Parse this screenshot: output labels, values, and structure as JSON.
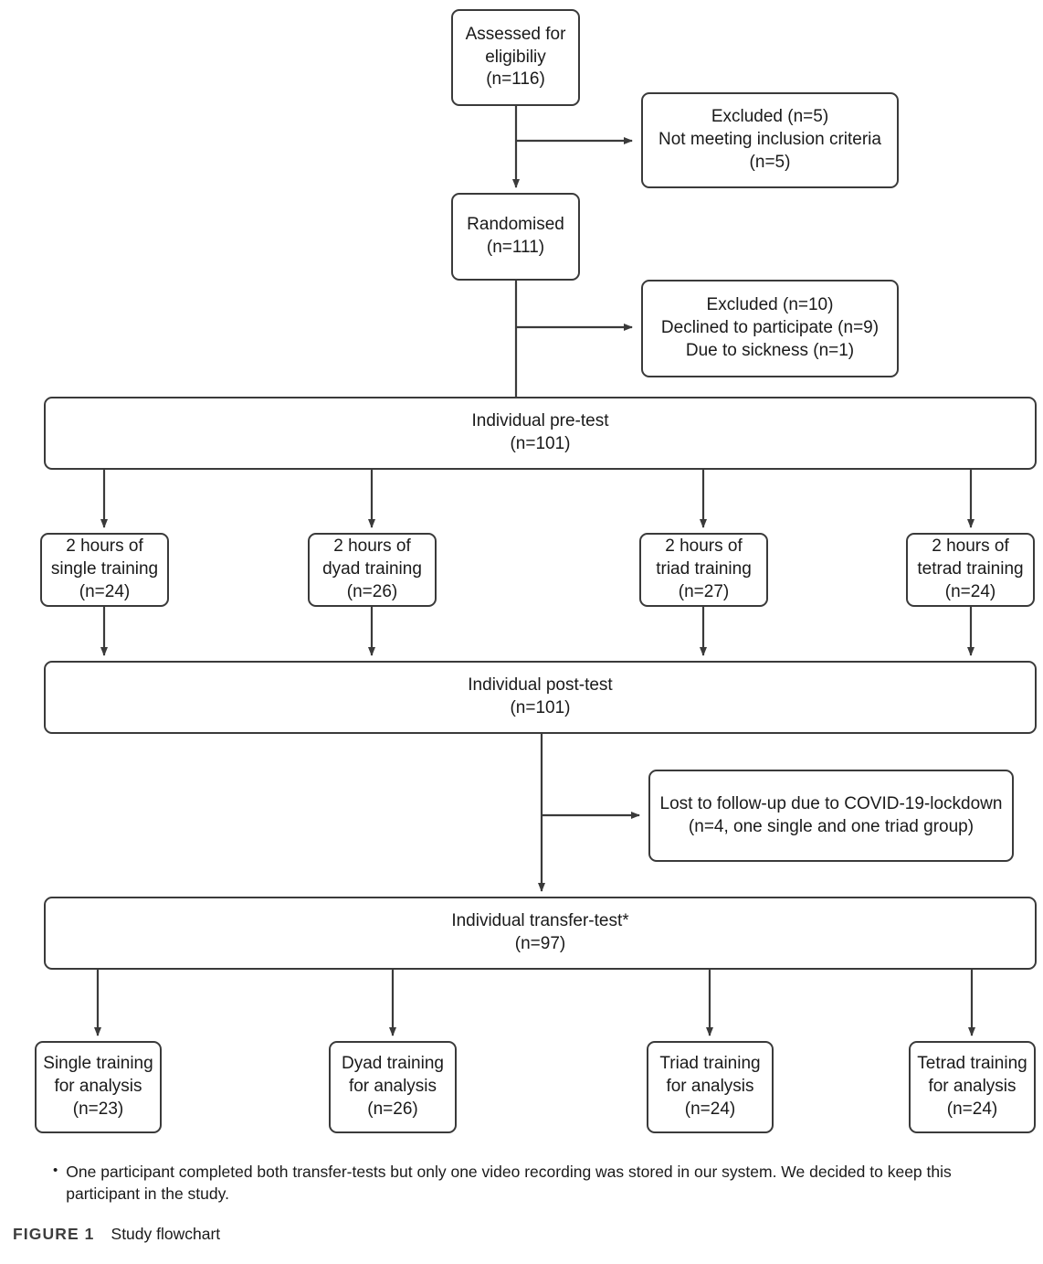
{
  "figure": {
    "label": "FIGURE 1",
    "title": "Study flowchart"
  },
  "footnote": {
    "bullet": "•",
    "text": "One participant completed both transfer-tests but only one video recording was stored in our system. We decided to keep this participant in the study."
  },
  "nodes": {
    "assessed": {
      "line1": "Assessed for",
      "line2": "eligibiliy",
      "line3": "(n=116)"
    },
    "excluded_1": {
      "line1": "Excluded (n=5)",
      "line2": "Not meeting inclusion criteria",
      "line3": "(n=5)"
    },
    "randomised": {
      "line1": "Randomised",
      "line2": "(n=111)"
    },
    "excluded_2": {
      "line1": "Excluded (n=10)",
      "line2": "Declined to participate (n=9)",
      "line3": "Due to sickness (n=1)"
    },
    "pretest": {
      "line1": "Individual pre-test",
      "line2": "(n=101)"
    },
    "training_1": {
      "line1": "2 hours of",
      "line2": "single training",
      "line3": "(n=24)"
    },
    "training_2": {
      "line1": "2 hours of",
      "line2": "dyad training",
      "line3": "(n=26)"
    },
    "training_3": {
      "line1": "2 hours of",
      "line2": "triad training",
      "line3": "(n=27)"
    },
    "training_4": {
      "line1": "2 hours of",
      "line2": "tetrad training",
      "line3": "(n=24)"
    },
    "posttest": {
      "line1": "Individual post-test",
      "line2": "(n=101)"
    },
    "lost": {
      "line1": "Lost to follow-up due to COVID-19-lockdown",
      "line2": "(n=4, one single and one triad group)"
    },
    "transfertest": {
      "line1": "Individual transfer-test*",
      "line2": "(n=97)"
    },
    "final_1": {
      "line1": "Single training",
      "line2": "for analysis",
      "line3": "(n=23)"
    },
    "final_2": {
      "line1": "Dyad training",
      "line2": "for analysis",
      "line3": "(n=26)"
    },
    "final_3": {
      "line1": "Triad training",
      "line2": "for analysis",
      "line3": "(n=24)"
    },
    "final_4": {
      "line1": "Tetrad training",
      "line2": "for analysis",
      "line3": "(n=24)"
    }
  },
  "chart_data": {
    "type": "diagram",
    "diagram_type": "consort-flowchart",
    "title": "Study flowchart",
    "stroke_color": "#3a3a3a",
    "background_color": "#ffffff",
    "stages": [
      {
        "id": "assessed",
        "label": "Assessed for eligibiliy",
        "n": 116
      },
      {
        "id": "excluded_1",
        "label": "Excluded / Not meeting inclusion criteria",
        "n": 5,
        "kind": "exclusion"
      },
      {
        "id": "randomised",
        "label": "Randomised",
        "n": 111
      },
      {
        "id": "excluded_2",
        "label": "Excluded / Declined to participate (9), Due to sickness (1)",
        "n": 10,
        "kind": "exclusion"
      },
      {
        "id": "pretest",
        "label": "Individual pre-test",
        "n": 101
      },
      {
        "id": "training_1",
        "label": "2 hours of single training",
        "n": 24
      },
      {
        "id": "training_2",
        "label": "2 hours of dyad training",
        "n": 26
      },
      {
        "id": "training_3",
        "label": "2 hours of triad training",
        "n": 27
      },
      {
        "id": "training_4",
        "label": "2 hours of tetrad training",
        "n": 24
      },
      {
        "id": "posttest",
        "label": "Individual post-test",
        "n": 101
      },
      {
        "id": "lost",
        "label": "Lost to follow-up due to COVID-19-lockdown (one single and one triad group)",
        "n": 4,
        "kind": "exclusion"
      },
      {
        "id": "transfertest",
        "label": "Individual transfer-test*",
        "n": 97
      },
      {
        "id": "final_1",
        "label": "Single training for analysis",
        "n": 23
      },
      {
        "id": "final_2",
        "label": "Dyad training for analysis",
        "n": 26
      },
      {
        "id": "final_3",
        "label": "Triad training for analysis",
        "n": 24
      },
      {
        "id": "final_4",
        "label": "Tetrad training for analysis",
        "n": 24
      }
    ],
    "edges": [
      {
        "from": "assessed",
        "to": "randomised",
        "arrow": true
      },
      {
        "from": "assessed",
        "to": "excluded_1",
        "arrow": true
      },
      {
        "from": "randomised",
        "to": "pretest",
        "arrow": false
      },
      {
        "from": "randomised",
        "to": "excluded_2",
        "arrow": true
      },
      {
        "from": "pretest",
        "to": "training_1",
        "arrow": true
      },
      {
        "from": "pretest",
        "to": "training_2",
        "arrow": true
      },
      {
        "from": "pretest",
        "to": "training_3",
        "arrow": true
      },
      {
        "from": "pretest",
        "to": "training_4",
        "arrow": true
      },
      {
        "from": "training_1",
        "to": "posttest",
        "arrow": true
      },
      {
        "from": "training_2",
        "to": "posttest",
        "arrow": true
      },
      {
        "from": "training_3",
        "to": "posttest",
        "arrow": true
      },
      {
        "from": "training_4",
        "to": "posttest",
        "arrow": true
      },
      {
        "from": "posttest",
        "to": "transfertest",
        "arrow": true
      },
      {
        "from": "posttest",
        "to": "lost",
        "arrow": true
      },
      {
        "from": "transfertest",
        "to": "final_1",
        "arrow": true
      },
      {
        "from": "transfertest",
        "to": "final_2",
        "arrow": true
      },
      {
        "from": "transfertest",
        "to": "final_3",
        "arrow": true
      },
      {
        "from": "transfertest",
        "to": "final_4",
        "arrow": true
      }
    ]
  }
}
